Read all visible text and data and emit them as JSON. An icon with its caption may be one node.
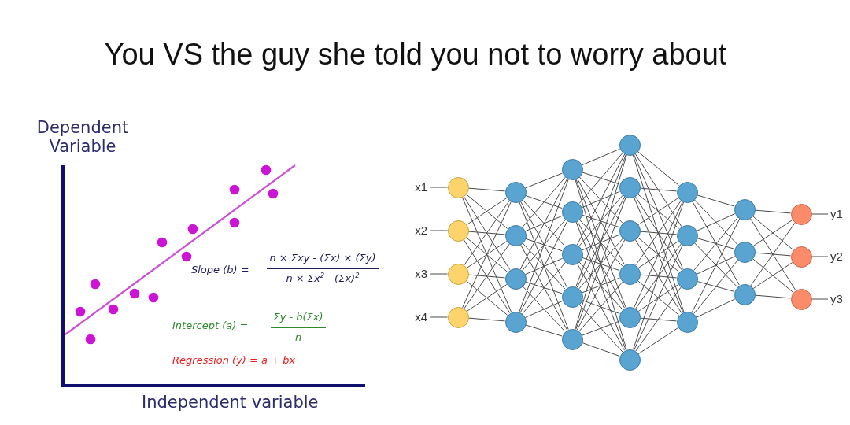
{
  "diagram": {
    "title": "You VS the guy she told you not to worry about",
    "nodes": [
      {
        "text": [
          "x1"
        ]
      },
      {
        "text": [
          "x2"
        ]
      },
      {
        "text": [
          "x3"
        ]
      },
      {
        "text": [
          "x4"
        ]
      },
      {
        "text": [],
        "shape": "circle"
      },
      {
        "text": [],
        "shape": "circle"
      },
      {
        "text": [],
        "shape": "circle"
      },
      {
        "text": [],
        "shape": "circle"
      },
      {
        "text": [],
        "shape": "circle"
      },
      {
        "text": [],
        "shape": "circle"
      },
      {
        "text": [],
        "shape": "circle"
      },
      {
        "text": [],
        "shape": "circle"
      },
      {
        "text": [],
        "shape": "circle"
      },
      {
        "text": [],
        "shape": "circle"
      },
      {
        "text": [],
        "shape": "circle"
      },
      {
        "text": [],
        "shape": "circle"
      },
      {
        "text": [],
        "shape": "circle"
      },
      {
        "text": [],
        "shape": "circle"
      },
      {
        "text": [],
        "shape": "circle"
      },
      {
        "text": [],
        "shape": "circle"
      },
      {
        "text": [],
        "shape": "circle"
      },
      {
        "text": [],
        "shape": "circle"
      },
      {
        "text": [],
        "shape": "circle"
      },
      {
        "text": [],
        "shape": "circle"
      },
      {
        "text": [],
        "shape": "circle"
      },
      {
        "text": [],
        "shape": "circle"
      },
      {
        "text": [],
        "shape": "circle"
      },
      {
        "text": [],
        "shape": "circle"
      },
      {
        "text": [],
        "shape": "circle"
      },
      {
        "text": [],
        "shape": "circle"
      },
      {
        "text": [],
        "shape": "circle"
      },
      {
        "text": [],
        "shape": "circle"
      },
      {
        "text": [],
        "shape": "circle"
      },
      {
        "text": [
          "y1"
        ]
      },
      {
        "text": [
          "y2"
        ]
      },
      {
        "text": [
          "y3"
        ]
      }
    ],
    "edges": [
      {
        "from": 0,
        "to": 4,
        "arrow": "none"
      },
      {
        "from": 1,
        "to": 5,
        "arrow": "none"
      },
      {
        "from": 2,
        "to": 6,
        "arrow": "none"
      },
      {
        "from": 3,
        "to": 7,
        "arrow": "none"
      },
      {
        "from": 4,
        "to": 8,
        "arrow": "none"
      },
      {
        "from": 4,
        "to": 9,
        "arrow": "none"
      },
      {
        "from": 4,
        "to": 10,
        "arrow": "none"
      },
      {
        "from": 4,
        "to": 11,
        "arrow": "none"
      },
      {
        "from": 5,
        "to": 8,
        "arrow": "none"
      },
      {
        "from": 5,
        "to": 9,
        "arrow": "none"
      },
      {
        "from": 5,
        "to": 10,
        "arrow": "none"
      },
      {
        "from": 5,
        "to": 11,
        "arrow": "none"
      },
      {
        "from": 6,
        "to": 8,
        "arrow": "none"
      },
      {
        "from": 6,
        "to": 9,
        "arrow": "none"
      },
      {
        "from": 6,
        "to": 10,
        "arrow": "none"
      },
      {
        "from": 6,
        "to": 11,
        "arrow": "none"
      },
      {
        "from": 7,
        "to": 8,
        "arrow": "none"
      },
      {
        "from": 7,
        "to": 9,
        "arrow": "none"
      },
      {
        "from": 7,
        "to": 10,
        "arrow": "none"
      },
      {
        "from": 7,
        "to": 11,
        "arrow": "none"
      },
      {
        "from": 8,
        "to": 12,
        "arrow": "none"
      },
      {
        "from": 8,
        "to": 13,
        "arrow": "none"
      },
      {
        "from": 8,
        "to": 14,
        "arrow": "none"
      },
      {
        "from": 8,
        "to": 15,
        "arrow": "none"
      },
      {
        "from": 8,
        "to": 16,
        "arrow": "none"
      },
      {
        "from": 9,
        "to": 12,
        "arrow": "none"
      },
      {
        "from": 9,
        "to": 13,
        "arrow": "none"
      },
      {
        "from": 9,
        "to": 14,
        "arrow": "none"
      },
      {
        "from": 9,
        "to": 15,
        "arrow": "none"
      },
      {
        "from": 9,
        "to": 16,
        "arrow": "none"
      },
      {
        "from": 10,
        "to": 12,
        "arrow": "none"
      },
      {
        "from": 10,
        "to": 13,
        "arrow": "none"
      },
      {
        "from": 10,
        "to": 14,
        "arrow": "none"
      },
      {
        "from": 10,
        "to": 15,
        "arrow": "none"
      },
      {
        "from": 10,
        "to": 16,
        "arrow": "none"
      },
      {
        "from": 11,
        "to": 12,
        "arrow": "none"
      },
      {
        "from": 11,
        "to": 13,
        "arrow": "none"
      },
      {
        "from": 11,
        "to": 14,
        "arrow": "none"
      },
      {
        "from": 11,
        "to": 15,
        "arrow": "none"
      },
      {
        "from": 11,
        "to": 16,
        "arrow": "none"
      },
      {
        "from": 12,
        "to": 17,
        "arrow": "none"
      },
      {
        "from": 12,
        "to": 18,
        "arrow": "none"
      },
      {
        "from": 12,
        "to": 19,
        "arrow": "none"
      },
      {
        "from": 12,
        "to": 20,
        "arrow": "none"
      },
      {
        "from": 12,
        "to": 21,
        "arrow": "none"
      },
      {
        "from": 12,
        "to": 22,
        "arrow": "none"
      },
      {
        "from": 13,
        "to": 17,
        "arrow": "none"
      },
      {
        "from": 13,
        "to": 18,
        "arrow": "none"
      },
      {
        "from": 13,
        "to": 19,
        "arrow": "none"
      },
      {
        "from": 13,
        "to": 20,
        "arrow": "none"
      },
      {
        "from": 13,
        "to": 21,
        "arrow": "none"
      },
      {
        "from": 13,
        "to": 22,
        "arrow": "none"
      },
      {
        "from": 14,
        "to": 17,
        "arrow": "none"
      },
      {
        "from": 14,
        "to": 18,
        "arrow": "none"
      },
      {
        "from": 14,
        "to": 19,
        "arrow": "none"
      },
      {
        "from": 14,
        "to": 20,
        "arrow": "none"
      },
      {
        "from": 14,
        "to": 21,
        "arrow": "none"
      },
      {
        "from": 14,
        "to": 22,
        "arrow": "none"
      },
      {
        "from": 15,
        "to": 17,
        "arrow": "none"
      },
      {
        "from": 15,
        "to": 18,
        "arrow": "none"
      },
      {
        "from": 15,
        "to": 19,
        "arrow": "none"
      },
      {
        "from": 15,
        "to": 20,
        "arrow": "none"
      },
      {
        "from": 15,
        "to": 21,
        "arrow": "none"
      },
      {
        "from": 15,
        "to": 22,
        "arrow": "none"
      },
      {
        "from": 16,
        "to": 17,
        "arrow": "none"
      },
      {
        "from": 16,
        "to": 18,
        "arrow": "none"
      },
      {
        "from": 16,
        "to": 19,
        "arrow": "none"
      },
      {
        "from": 16,
        "to": 20,
        "arrow": "none"
      },
      {
        "from": 16,
        "to": 21,
        "arrow": "none"
      },
      {
        "from": 16,
        "to": 22,
        "arrow": "none"
      },
      {
        "from": 17,
        "to": 23,
        "arrow": "none"
      },
      {
        "from": 17,
        "to": 24,
        "arrow": "none"
      },
      {
        "from": 17,
        "to": 25,
        "arrow": "none"
      },
      {
        "from": 17,
        "to": 26,
        "arrow": "none"
      },
      {
        "from": 18,
        "to": 23,
        "arrow": "none"
      },
      {
        "from": 18,
        "to": 24,
        "arrow": "none"
      },
      {
        "from": 18,
        "to": 25,
        "arrow": "none"
      },
      {
        "from": 18,
        "to": 26,
        "arrow": "none"
      },
      {
        "from": 19,
        "to": 23,
        "arrow": "none"
      },
      {
        "from": 19,
        "to": 24,
        "arrow": "none"
      },
      {
        "from": 19,
        "to": 25,
        "arrow": "none"
      },
      {
        "from": 19,
        "to": 26,
        "arrow": "none"
      },
      {
        "from": 20,
        "to": 23,
        "arrow": "none"
      },
      {
        "from": 20,
        "to": 24,
        "arrow": "none"
      },
      {
        "from": 20,
        "to": 25,
        "arrow": "none"
      },
      {
        "from": 20,
        "to": 26,
        "arrow": "none"
      },
      {
        "from": 21,
        "to": 23,
        "arrow": "none"
      },
      {
        "from": 21,
        "to": 24,
        "arrow": "none"
      },
      {
        "from": 21,
        "to": 25,
        "arrow": "none"
      },
      {
        "from": 21,
        "to": 26,
        "arrow": "none"
      },
      {
        "from": 22,
        "to": 23,
        "arrow": "none"
      },
      {
        "from": 22,
        "to": 24,
        "arrow": "none"
      },
      {
        "from": 22,
        "to": 25,
        "arrow": "none"
      },
      {
        "from": 22,
        "to": 26,
        "arrow": "none"
      },
      {
        "from": 23,
        "to": 27,
        "arrow": "none"
      },
      {
        "from": 23,
        "to": 28,
        "arrow": "none"
      },
      {
        "from": 23,
        "to": 29,
        "arrow": "none"
      },
      {
        "from": 24,
        "to": 27,
        "arrow": "none"
      },
      {
        "from": 24,
        "to": 28,
        "arrow": "none"
      },
      {
        "from": 24,
        "to": 29,
        "arrow": "none"
      },
      {
        "from": 25,
        "to": 27,
        "arrow": "none"
      },
      {
        "from": 25,
        "to": 28,
        "arrow": "none"
      },
      {
        "from": 25,
        "to": 29,
        "arrow": "none"
      },
      {
        "from": 26,
        "to": 27,
        "arrow": "none"
      },
      {
        "from": 26,
        "to": 28,
        "arrow": "none"
      },
      {
        "from": 26,
        "to": 29,
        "arrow": "none"
      },
      {
        "from": 27,
        "to": 30,
        "arrow": "none"
      },
      {
        "from": 27,
        "to": 31,
        "arrow": "none"
      },
      {
        "from": 27,
        "to": 32,
        "arrow": "none"
      },
      {
        "from": 28,
        "to": 30,
        "arrow": "none"
      },
      {
        "from": 28,
        "to": 31,
        "arrow": "none"
      },
      {
        "from": 28,
        "to": 32,
        "arrow": "none"
      },
      {
        "from": 29,
        "to": 30,
        "arrow": "none"
      },
      {
        "from": 29,
        "to": 31,
        "arrow": "none"
      },
      {
        "from": 29,
        "to": 32,
        "arrow": "none"
      },
      {
        "from": 30,
        "to": 33,
        "arrow": "none"
      },
      {
        "from": 31,
        "to": 34,
        "arrow": "none"
      },
      {
        "from": 32,
        "to": 35,
        "arrow": "none"
      }
    ],
    "labels": [
      "Dependent Variable",
      "Slope (b) =",
      "n × Σxy - (Σx) × (Σy)",
      "n × Σx$^{2}$ - (Σx)$^{2}$",
      "Intercept (a) =",
      "Σy - b(Σx)",
      "n",
      "Regression (y) = a + bx",
      "Independent variable"
    ]
  }
}
